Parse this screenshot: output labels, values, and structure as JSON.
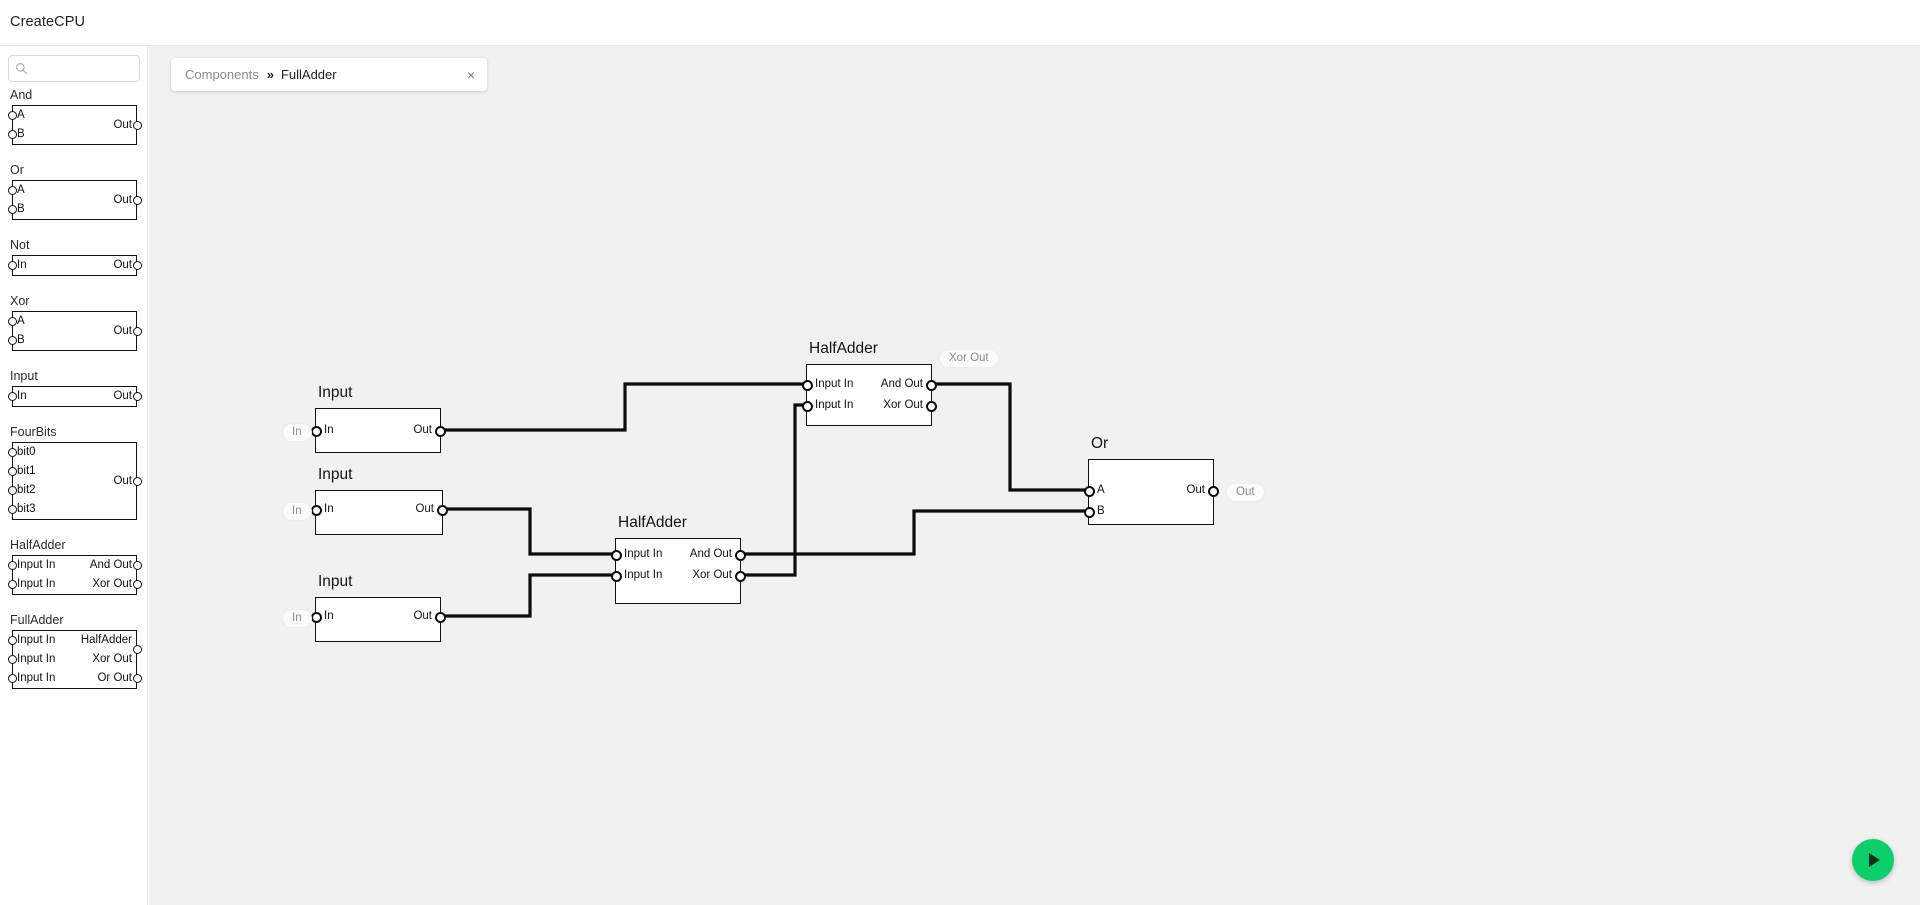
{
  "app": {
    "title": "CreateCPU"
  },
  "search": {
    "value": "",
    "placeholder": "",
    "icon": "search-icon"
  },
  "tab": {
    "root": "Components",
    "separator": "»",
    "leaf": "FullAdder",
    "close": "×"
  },
  "palette": [
    {
      "name": "And",
      "inputs": [
        "A",
        "B"
      ],
      "outputs": [
        "Out"
      ],
      "out_mode": "middle"
    },
    {
      "name": "Or",
      "inputs": [
        "A",
        "B"
      ],
      "outputs": [
        "Out"
      ],
      "out_mode": "middle"
    },
    {
      "name": "Not",
      "inputs": [
        "In"
      ],
      "outputs": [
        "Out"
      ],
      "out_mode": "row"
    },
    {
      "name": "Xor",
      "inputs": [
        "A",
        "B"
      ],
      "outputs": [
        "Out"
      ],
      "out_mode": "middle"
    },
    {
      "name": "Input",
      "inputs": [
        "In"
      ],
      "outputs": [
        "Out"
      ],
      "out_mode": "row"
    },
    {
      "name": "FourBits",
      "inputs": [
        "bit0",
        "bit1",
        "bit2",
        "bit3"
      ],
      "outputs": [
        "Out"
      ],
      "out_mode": "middle"
    },
    {
      "name": "HalfAdder",
      "inputs": [
        "Input In",
        "Input In"
      ],
      "outputs": [
        "And Out",
        "Xor Out"
      ],
      "out_mode": "row"
    },
    {
      "name": "FullAdder",
      "inputs": [
        "Input In",
        "Input In",
        "Input In"
      ],
      "outputs": [
        "HalfAdder",
        "Xor Out",
        "Or Out"
      ],
      "out_mode": "row"
    }
  ],
  "nodes": [
    {
      "id": "input1",
      "title": "Input",
      "inputs": [
        "In"
      ],
      "outputs": [
        "Out"
      ],
      "ext_in": [
        "In"
      ],
      "ext_out": []
    },
    {
      "id": "input2",
      "title": "Input",
      "inputs": [
        "In"
      ],
      "outputs": [
        "Out"
      ],
      "ext_in": [
        "In"
      ],
      "ext_out": []
    },
    {
      "id": "input3",
      "title": "Input",
      "inputs": [
        "In"
      ],
      "outputs": [
        "Out"
      ],
      "ext_in": [
        "In"
      ],
      "ext_out": []
    },
    {
      "id": "halfadder_top",
      "title": "HalfAdder",
      "inputs": [
        "Input In",
        "Input In"
      ],
      "outputs": [
        "And Out",
        "Xor Out"
      ],
      "ext_in": [],
      "ext_out": [
        "Xor Out"
      ]
    },
    {
      "id": "halfadder_bottom",
      "title": "HalfAdder",
      "inputs": [
        "Input In",
        "Input In"
      ],
      "outputs": [
        "And Out",
        "Xor Out"
      ],
      "ext_in": [],
      "ext_out": []
    },
    {
      "id": "or1",
      "title": "Or",
      "inputs": [
        "A",
        "B"
      ],
      "outputs": [
        "Out"
      ],
      "ext_in": [],
      "ext_out": [
        "Out"
      ]
    }
  ],
  "run_button": {
    "label": "run-simulation",
    "color": "#0ccf6b"
  },
  "colors": {
    "canvas_bg": "#f1f1f1",
    "panel_bg": "#ffffff",
    "wire": "#0c0c0c",
    "node_border": "#111111",
    "accent_green": "#0ccf6b",
    "muted_text": "#8a8a8a"
  }
}
